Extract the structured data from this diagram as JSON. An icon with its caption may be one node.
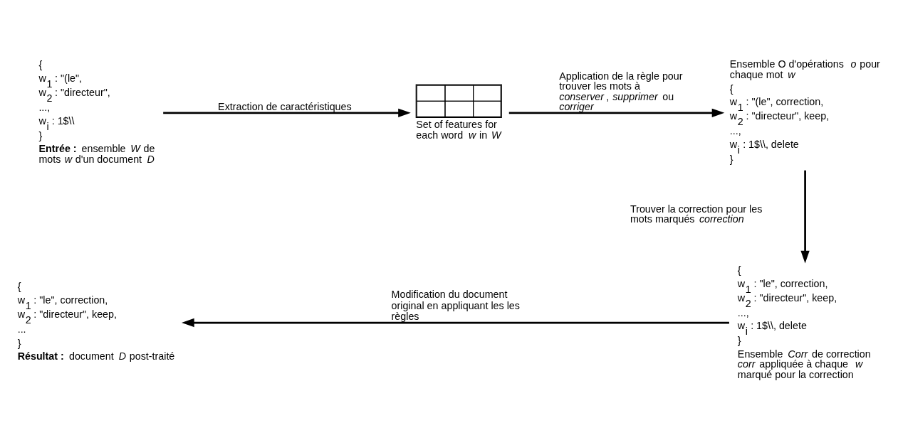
{
  "diagram": {
    "nodes": [
      {
        "text": [
          "{",
          "w$_{1}$ : \"(le\",",
          "w$_{2}$ : \"directeur\",",
          "...,",
          "w$_{i}$ : 1$\\\\",
          "}"
        ],
        "beside": [
          "**Entrée :** ensemble *W* de mots *w* d'un document *D*"
        ]
      },
      {
        "text": [],
        "shape": "table",
        "beside": [
          "Set of features for each word *w* in *W*"
        ]
      },
      {
        "text": [
          "{",
          "w$_{1}$ : \"(le\", correction,",
          "w$_{2}$ : \"directeur\", keep,",
          "...,",
          "w$_{i}$ : 1$\\\\, delete",
          "}"
        ],
        "beside": [
          "Ensemble O d'opérations *o* pour chaque mot *w*"
        ]
      },
      {
        "text": [
          "{",
          "w$_{1}$ : \"le\", correction,",
          "w$_{2}$ : \"directeur\", keep,",
          "...,",
          "w$_{i}$ : 1$\\\\, delete",
          "}"
        ],
        "beside": [
          "Ensemble *Corr* de correction *corr* appliquée à chaque *w* marqué pour la correction"
        ]
      },
      {
        "text": [
          "{",
          "w$_{1}$ : \"le\", correction,",
          "w$_{2}$ : \"directeur\", keep,",
          "...",
          "}"
        ],
        "beside": [
          "**Résultat :** document *D* post-traité"
        ]
      }
    ],
    "edges": [
      {
        "from": 0,
        "to": 1,
        "arrow": "to",
        "label": "Extraction de caractéristiques"
      },
      {
        "from": 1,
        "to": 2,
        "arrow": "to",
        "label": "Application de la règle pour trouver les mots à *conserver*, *supprimer* ou *corriger*"
      },
      {
        "from": 2,
        "to": 3,
        "arrow": "to",
        "label": "Trouver la correction pour les mots marqués *correction*"
      },
      {
        "from": 3,
        "to": 4,
        "arrow": "to",
        "label": "Modification du document original en appliquant les les règles"
      }
    ]
  }
}
